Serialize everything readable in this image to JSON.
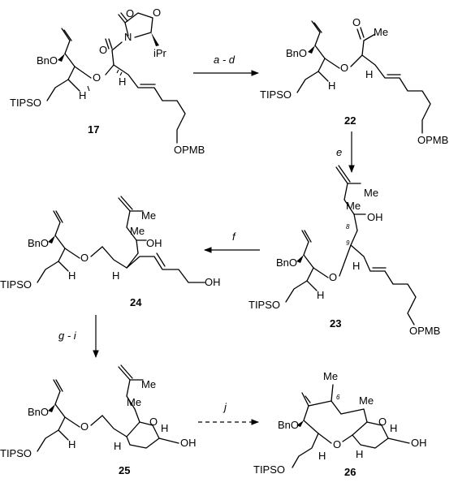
{
  "compounds": {
    "c17": {
      "number": "17",
      "labels": {
        "o_ring_carbonyl": "O",
        "o_ring": "O",
        "n_atom": "N",
        "ipr": "iPr",
        "o_amide": "O",
        "bno": "BnO",
        "o_ether": "O",
        "h": "H",
        "h2": "H",
        "tipso": "TIPSO",
        "opmb": "OPMB"
      }
    },
    "c22": {
      "number": "22",
      "labels": {
        "o_ketone": "O",
        "me": "Me",
        "bno": "BnO",
        "o_ether": "O",
        "h": "H",
        "h2": "H",
        "tipso": "TIPSO",
        "opmb": "OPMB"
      }
    },
    "c23": {
      "number": "23",
      "labels": {
        "me_top": "Me",
        "oh": "OH",
        "me": "Me",
        "c8": "8",
        "c9": "9",
        "bno": "BnO",
        "o_ether": "O",
        "h": "H",
        "h2": "H",
        "tipso": "TIPSO",
        "opmb": "OPMB"
      }
    },
    "c24": {
      "number": "24",
      "labels": {
        "me_top": "Me",
        "me": "Me",
        "oh": "OH",
        "bno": "BnO",
        "o_ether": "O",
        "h": "H",
        "h2": "H",
        "tipso": "TIPSO",
        "oh_end": "OH"
      }
    },
    "c25": {
      "number": "25",
      "labels": {
        "me_top": "Me",
        "me": "Me",
        "o_thf": "O",
        "h": "H",
        "bno": "BnO",
        "o_ether": "O",
        "h2": "H",
        "h3": "H",
        "tipso": "TIPSO",
        "oh": "OH"
      }
    },
    "c26": {
      "number": "26",
      "labels": {
        "me_left": "Me",
        "c6": "6",
        "me": "Me",
        "bno": "BnO",
        "o_thf": "O",
        "h": "H",
        "o_ring": "O",
        "h2": "H",
        "h3": "H",
        "tipso": "TIPSO",
        "oh": "OH"
      }
    }
  },
  "reagents": {
    "step_ad": "a - d",
    "step_e": "e",
    "step_f": "f",
    "step_gi": "g - i",
    "step_j": "j"
  }
}
